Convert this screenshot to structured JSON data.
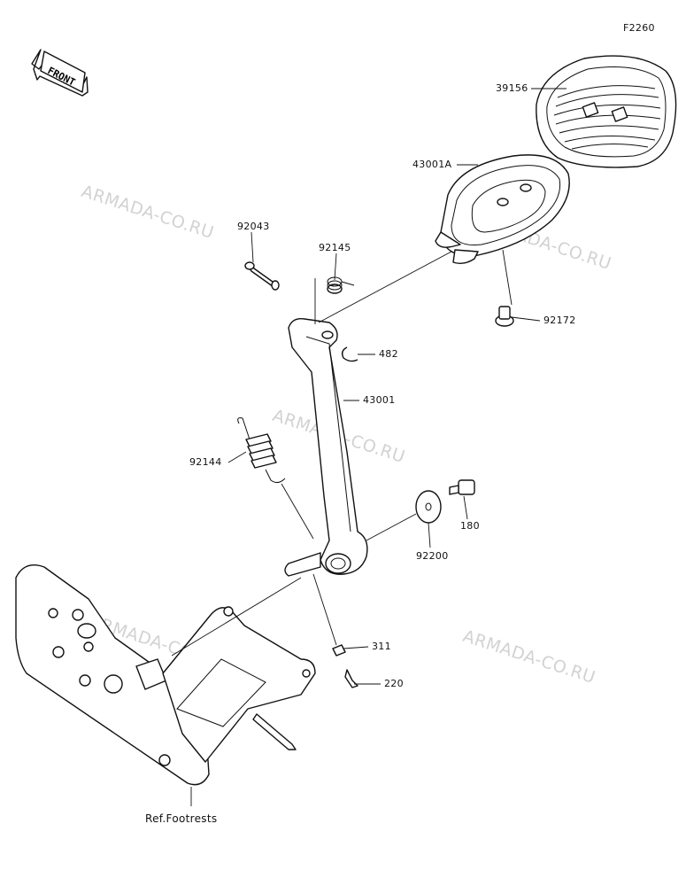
{
  "diagram_code": "F2260",
  "front_label": "FRONT",
  "watermark": "ARMADA-CO.RU",
  "ref_label": "Ref.Footrests",
  "parts": {
    "p39156": "39156",
    "p43001A": "43001A",
    "p92043": "92043",
    "p92145": "92145",
    "p92172": "92172",
    "p482": "482",
    "p43001": "43001",
    "p92144": "92144",
    "p180": "180",
    "p92200": "92200",
    "p311": "311",
    "p220": "220"
  },
  "colors": {
    "line": "#111111",
    "watermark": "#d2d2d2",
    "background": "#ffffff"
  }
}
